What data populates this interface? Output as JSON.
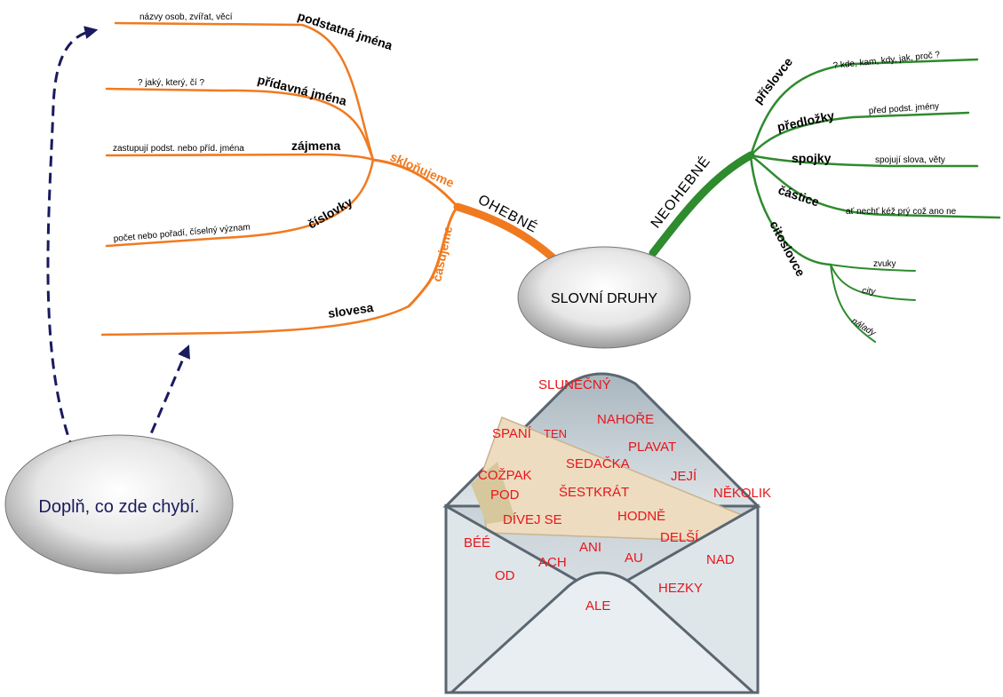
{
  "center": {
    "label": "SLOVNÍ DRUHY"
  },
  "left_main": "OHEBNÉ",
  "right_main": "NEOHEBNÉ",
  "declension_label": "skloňujeme",
  "conjugation_label": "časujeme",
  "ohebne": [
    {
      "name": "podstatná jména",
      "desc": "názvy osob, zvířat, věcí"
    },
    {
      "name": "přídavná jména",
      "desc": "? jaký, který, čí ?"
    },
    {
      "name": "zájmena",
      "desc": "zastupují podst. nebo příd. jména"
    },
    {
      "name": "číslovky",
      "desc": "počet nebo pořadí, číselný význam"
    },
    {
      "name": "slovesa",
      "desc": ""
    }
  ],
  "neohebne": [
    {
      "name": "příslovce",
      "desc": "? kde, kam, kdy, jak, proč ?"
    },
    {
      "name": "předložky",
      "desc": "před podst. jmény"
    },
    {
      "name": "spojky",
      "desc": "spojují slova, věty"
    },
    {
      "name": "částice",
      "desc": "ať nechť kéž prý což ano ne"
    },
    {
      "name": "citoslovce",
      "desc": ""
    }
  ],
  "citoslovce_sub": [
    "zvuky",
    "city",
    "nálady"
  ],
  "task": {
    "label": "Doplň, co zde chybí."
  },
  "envelope_words": [
    "SLUNEČNÝ",
    "NAHOŘE",
    "SPANÍ",
    "TEN",
    "PLAVAT",
    "SEDAČKA",
    "COŽPAK",
    "JEJÍ",
    "POD",
    "ŠESTKRÁT",
    "NĚKOLIK",
    "DÍVEJ SE",
    "HODNĚ",
    "BÉÉ",
    "DELŠÍ",
    "ANI",
    "NAD",
    "ACH",
    "AU",
    "OD",
    "HEZKY",
    "ALE"
  ],
  "colors": {
    "ohebne": "#f07a20",
    "neohebne": "#2e8b2e",
    "words": "#e8151b",
    "arrow": "#1a1a5e"
  }
}
